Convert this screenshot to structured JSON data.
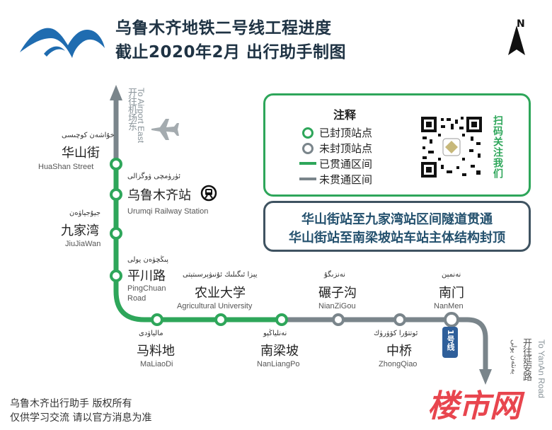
{
  "header": {
    "title_line1": "乌鲁木齐地铁二号线工程进度",
    "title_line2": "截止2020年2月 出行助手制图",
    "north_label": "N"
  },
  "colors": {
    "line_built": "#2ea65a",
    "line_unbuilt": "#7a858b",
    "accent_blue": "#2f5f9a",
    "notice_text": "#24516e"
  },
  "airport_direction": {
    "english": "To Airport East",
    "chinese": "开往机场东"
  },
  "yanan_direction": {
    "english": "To YanAn Road",
    "chinese": "开往延安路",
    "uyghur": "يەنئەن يولى"
  },
  "line1_badge": "1号线",
  "stations": [
    {
      "zh": "华山街",
      "en": "HuaShan Street",
      "ug": "خۇاشەن كوچىسى",
      "status": "sealed"
    },
    {
      "zh": "乌鲁木齐站",
      "en": "Urumqi Railway Station",
      "ug": "ئۈرۈمچى ۋوگزالى",
      "status": "sealed"
    },
    {
      "zh": "九家湾",
      "en": "JiuJiaWan",
      "ug": "جيۇجياۋەن",
      "status": "sealed"
    },
    {
      "zh": "平川路",
      "en": "PingChuan Road",
      "en_line1": "PingChuan",
      "en_line2": "Road",
      "ug": "پىڭچۈەن يولى",
      "status": "sealed"
    },
    {
      "zh": "马料地",
      "en": "MaLiaoDi",
      "ug": "مالياۋدى",
      "status": "sealed"
    },
    {
      "zh": "农业大学",
      "en": "Agricultural University",
      "ug": "يېزا ئىگىلىك ئۇنىۋېرسىتېتى",
      "status": "sealed"
    },
    {
      "zh": "南梁坡",
      "en": "NanLiangPo",
      "ug": "نەنلياڭپو",
      "status": "sealed"
    },
    {
      "zh": "碾子沟",
      "en": "NianZiGou",
      "ug": "نەنزىگۇ",
      "status": "unsealed"
    },
    {
      "zh": "中桥",
      "en": "ZhongQiao",
      "ug": "ئوتتۇرا كۆۋرۈك",
      "status": "unsealed"
    },
    {
      "zh": "南门",
      "en": "NanMen",
      "ug": "نەنمېن",
      "status": "interchange"
    }
  ],
  "legend": {
    "title": "注释",
    "items": [
      {
        "label": "已封顶站点",
        "kind": "sealed-station"
      },
      {
        "label": "未封顶站点",
        "kind": "unsealed-station"
      },
      {
        "label": "已贯通区间",
        "kind": "built-section"
      },
      {
        "label": "未贯通区间",
        "kind": "unbuilt-section"
      }
    ],
    "qr_caption": "扫码关注我们"
  },
  "notice": {
    "line1": "华山街站至九家湾站区间隧道贯通",
    "line2": "华山街站至南梁坡站车站主体结构封顶"
  },
  "footer": {
    "line1": "乌鲁木齐出行助手 版权所有",
    "line2": "仅供学习交流 请以官方消息为准"
  },
  "watermark": "楼市网"
}
